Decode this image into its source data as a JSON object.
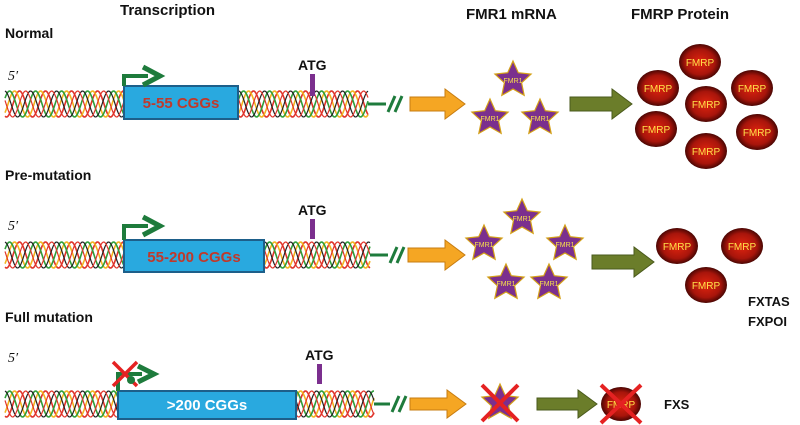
{
  "headers": {
    "transcription": "Transcription",
    "mrna": "FMR1 mRNA",
    "protein": "FMRP Protein"
  },
  "colors": {
    "gene_box": "#29a9df",
    "promoter_arrow": "#1e7b3c",
    "atg_marker": "#7b2f8e",
    "arrow_transcript": "#f5a623",
    "arrow_translation": "#6b7d2a",
    "cross": "#e52222",
    "mrna_star": "#7b2f8e",
    "protein_fill": "#b3150d"
  },
  "rows": [
    {
      "label": "Normal",
      "five_prime": "5′",
      "atg": "ATG",
      "cgg_text": "5-55 CGGs",
      "mrna_label": "FMR1",
      "protein_label": "FMRP",
      "mrna_count": 3,
      "protein_count": 7,
      "promoter_blocked": false,
      "outcome": []
    },
    {
      "label": "Pre-mutation",
      "five_prime": "5′",
      "atg": "ATG",
      "cgg_text": "55-200 CGGs",
      "mrna_label": "FMR1",
      "protein_label": "FMRP",
      "mrna_count": 5,
      "protein_count": 3,
      "promoter_blocked": false,
      "outcome": [
        "FXTAS",
        "FXPOI"
      ]
    },
    {
      "label": "Full mutation",
      "five_prime": "5′",
      "atg": "ATG",
      "cgg_text": ">200 CGGs",
      "mrna_label": "FMR1",
      "protein_label": "FMRP",
      "mrna_count": 1,
      "protein_count": 1,
      "promoter_blocked": true,
      "outcome": [
        "FXS"
      ]
    }
  ]
}
